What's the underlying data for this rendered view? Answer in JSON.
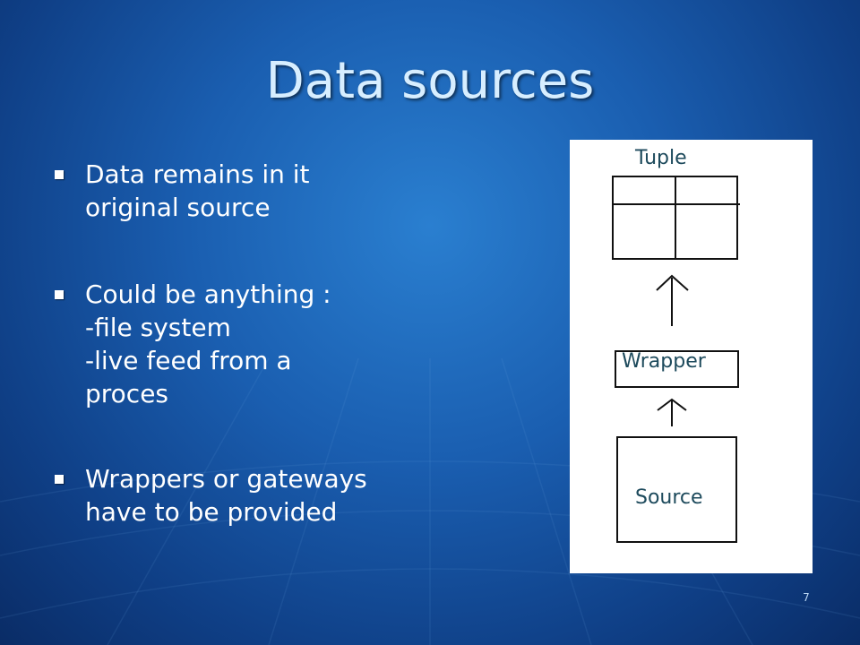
{
  "slide": {
    "title": "Data sources",
    "bullets": [
      {
        "lines": [
          "Data remains in it",
          "original source"
        ]
      },
      {
        "lines": [
          "Could be anything :",
          "-file system",
          "-live feed from a",
          "proces"
        ]
      },
      {
        "lines": [
          "Wrappers or gateways",
          "have to be provided"
        ]
      }
    ],
    "diagram": {
      "tuple_label": "Tuple",
      "wrapper_label": "Wrapper",
      "source_label": "Source"
    },
    "slide_number": "7"
  },
  "colors": {
    "background": "#1a5eb0",
    "title": "#d7eeff",
    "body_text": "#ffffff",
    "diagram_text": "#1d4a5c"
  }
}
